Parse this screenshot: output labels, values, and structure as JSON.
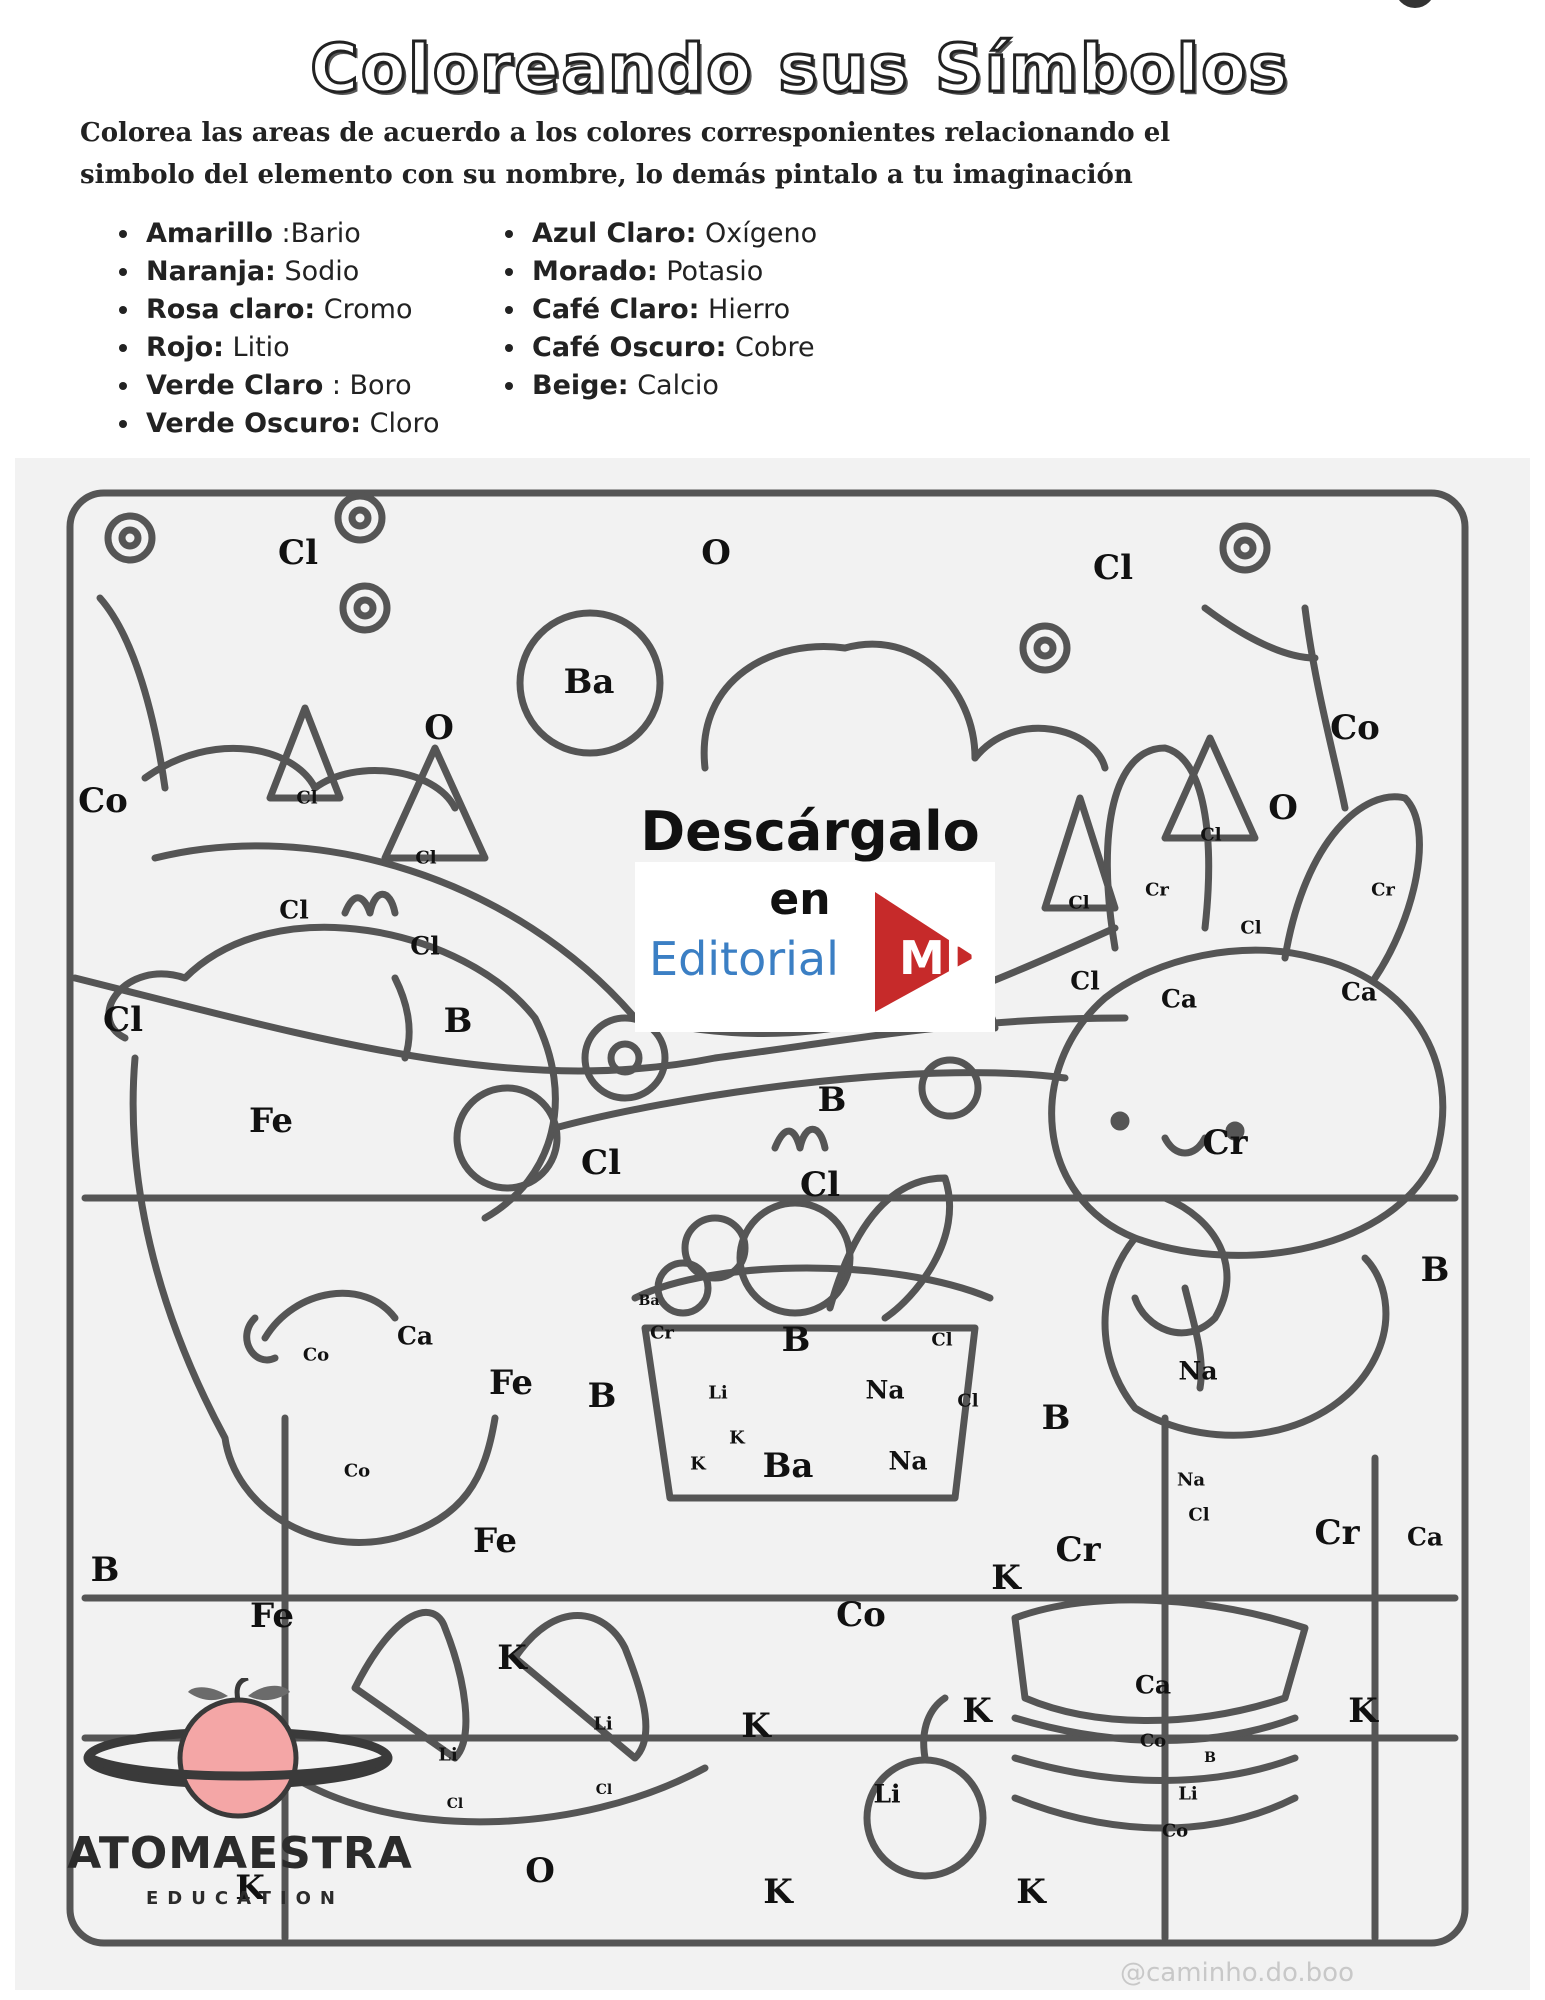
{
  "title": "Coloreando sus Símbolos",
  "instructions": "Colorea las areas de acuerdo a los colores corresponientes relacionando el simbolo del elemento con su nombre, lo demás pintalo a tu imaginación",
  "legend": {
    "left": [
      {
        "color": "Amarillo",
        "sep": " :",
        "element": "Bario"
      },
      {
        "color": "Naranja:",
        "sep": " ",
        "element": "Sodio"
      },
      {
        "color": "Rosa claro:",
        "sep": " ",
        "element": "Cromo"
      },
      {
        "color": "Rojo:",
        "sep": " ",
        "element": "Litio"
      },
      {
        "color": "Verde Claro",
        "sep": " : ",
        "element": "Boro"
      },
      {
        "color": "Verde Oscuro:",
        "sep": " ",
        "element": "Cloro"
      }
    ],
    "right": [
      {
        "color": "Azul Claro:",
        "sep": " ",
        "element": "Oxígeno"
      },
      {
        "color": "Morado:",
        "sep": " ",
        "element": "Potasio"
      },
      {
        "color": "Café Claro:",
        "sep": " ",
        "element": "Hierro"
      },
      {
        "color": "Café Oscuro:",
        "sep": " ",
        "element": "Cobre"
      },
      {
        "color": "Beige:",
        "sep": " ",
        "element": "Calcio"
      }
    ]
  },
  "promo": {
    "line1": "Descárgalo",
    "line2": "en",
    "brand": "Editorial",
    "brand_mark": "MD"
  },
  "logo": {
    "name": "ATOMAESTRA",
    "sub": "EDUCATION"
  },
  "watermark": "@caminho.do.boo",
  "symbols": {
    "s01": "Cl",
    "s02": "O",
    "s03": "Cl",
    "s04": "Ba",
    "s05": "O",
    "s06": "Co",
    "s07": "Co",
    "s08": "O",
    "s09": "Cl",
    "s10": "Cl",
    "s11": "Cl",
    "s12": "Cl",
    "s13": "Cl",
    "s14": "Cr",
    "s15": "Cr",
    "s16": "Cl",
    "s17": "Cl",
    "s18": "Cl",
    "s19": "Ca",
    "s20": "Ca",
    "s21": "Cl",
    "s22": "B",
    "s23": "Fe",
    "s24": "B",
    "s25": "Cl",
    "s26": "Cl",
    "s27": "Cr",
    "s28": "B",
    "s29": "Ba",
    "s30": "Cr",
    "s31": "B",
    "s32": "Cl",
    "s33": "Ca",
    "s34": "Co",
    "s35": "Fe",
    "s36": "B",
    "s37": "Li",
    "s38": "Na",
    "s39": "Cl",
    "s40": "K",
    "s41": "K",
    "s42": "Ba",
    "s43": "Na",
    "s44": "B",
    "s45": "Na",
    "s46": "Co",
    "s47": "Na",
    "s48": "Fe",
    "s49": "Cl",
    "s50": "Cr",
    "s51": "Cr",
    "s52": "Ca",
    "s53": "B",
    "s54": "K",
    "s55": "Fe",
    "s56": "Co",
    "s57": "K",
    "s58": "Li",
    "s59": "K",
    "s60": "K",
    "s61": "K",
    "s62": "Ca",
    "s63": "Li",
    "s64": "Co",
    "s65": "B",
    "s66": "Cl",
    "s67": "Cl",
    "s68": "Li",
    "s69": "Li",
    "s70": "O",
    "s71": "K",
    "s72": "K",
    "s73": "K",
    "s74": "Co"
  }
}
